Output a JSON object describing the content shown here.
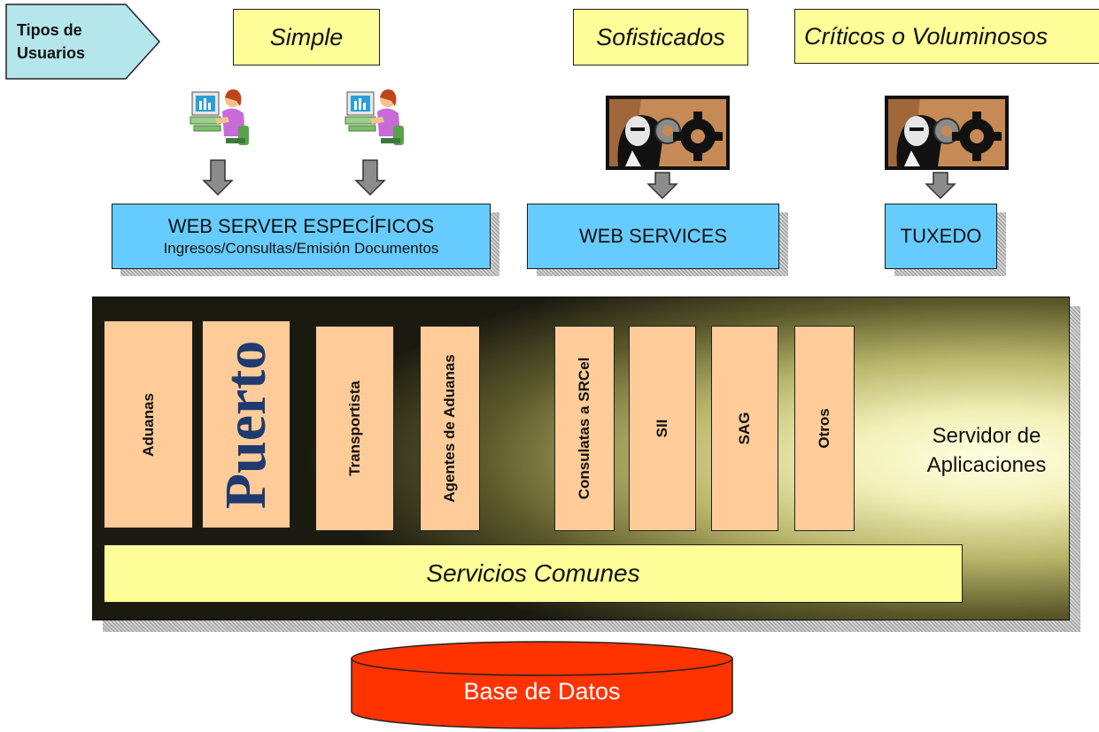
{
  "tipos_usuarios": "Tipos de\nUsuarios",
  "categories": {
    "simple": "Simple",
    "sofisticados": "Sofisticados",
    "criticos": "Críticos o Voluminosos"
  },
  "servers": {
    "web_server_title": "WEB SERVER ESPECÍFICOS",
    "web_server_sub": "Ingresos/Consultas/Emisión Documentos",
    "web_services": "WEB SERVICES",
    "tuxedo": "TUXEDO"
  },
  "modules": [
    "Aduanas",
    "Puerto",
    "Transportista",
    "Agentes de Aduanas",
    "Consulatas a SRCel",
    "SII",
    "SAG",
    "Otros"
  ],
  "app_server_label": "Servidor de\nAplicaciones",
  "servicios_comunes": "Servicios Comunes",
  "base_datos": "Base de Datos",
  "colors": {
    "label_yellow": "#ffff99",
    "server_blue": "#66ccff",
    "module_orange": "#ffcc99",
    "db_red": "#ff3300",
    "arrow_gray": "#8c8c8c"
  }
}
